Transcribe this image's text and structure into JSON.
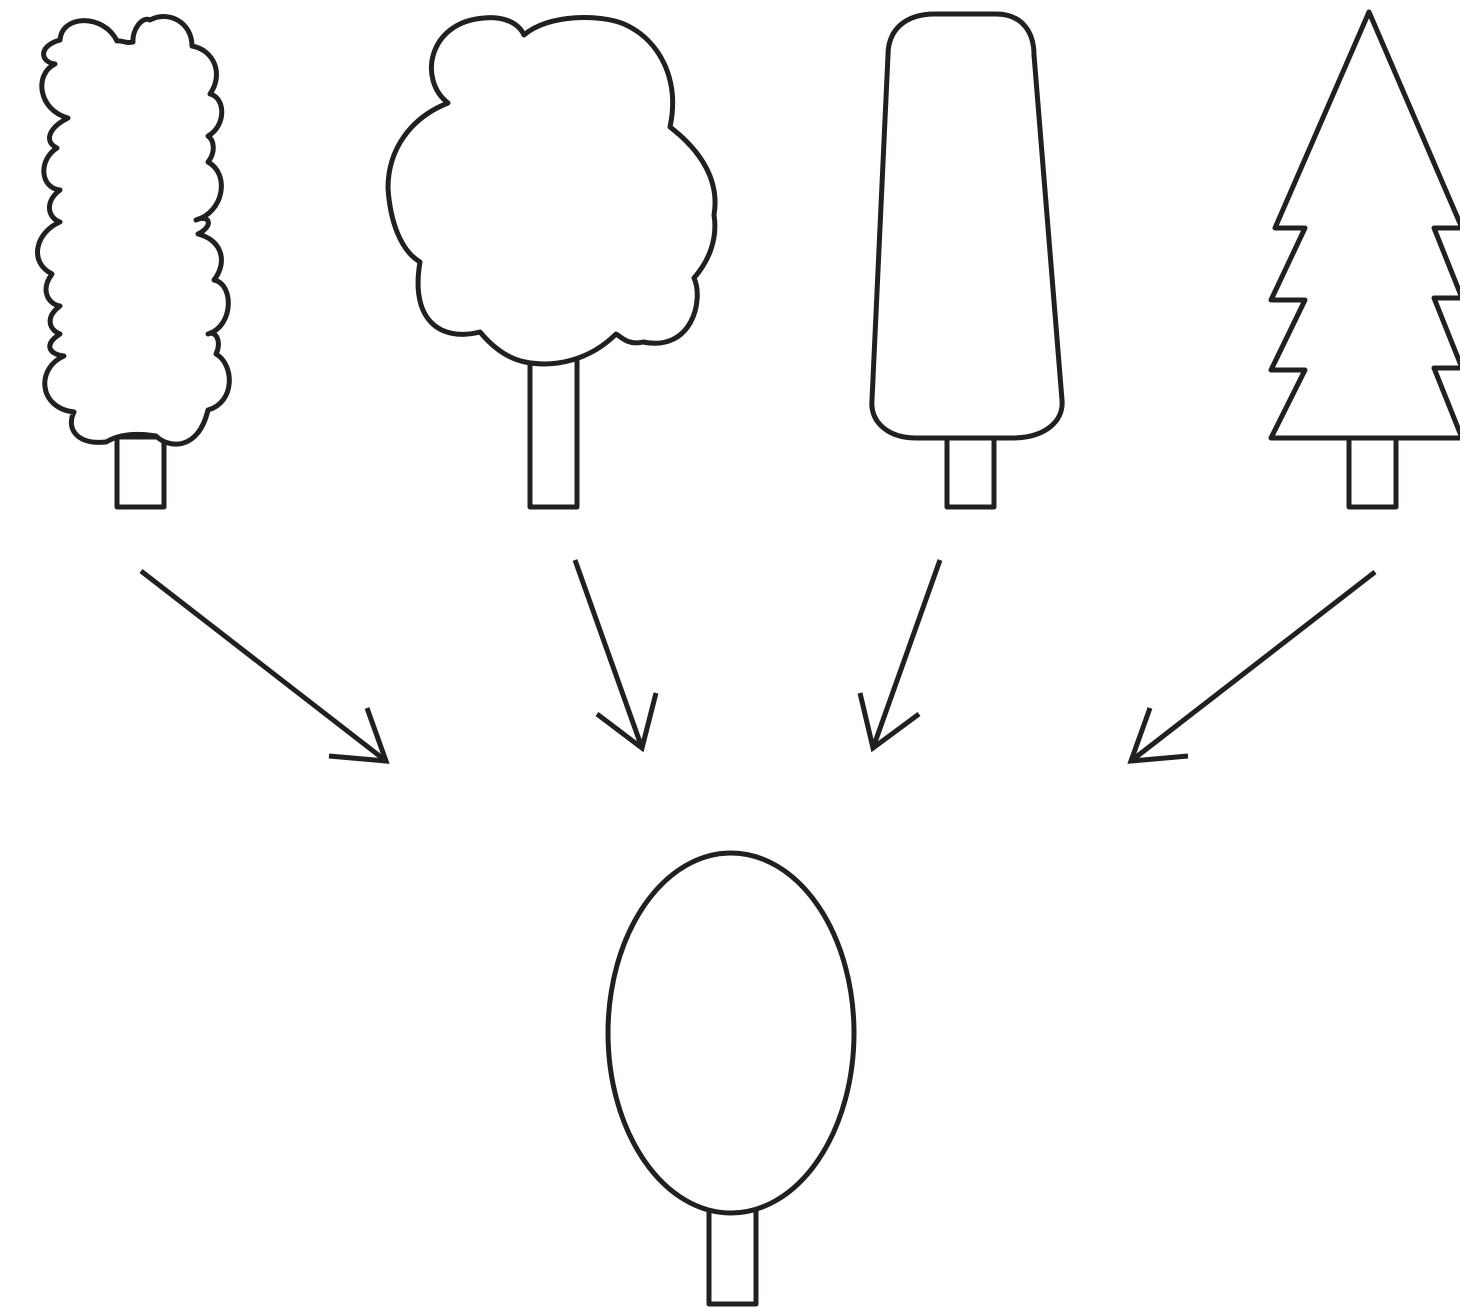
{
  "diagram": {
    "background_color": "#ffffff",
    "stroke_color": "#231f20",
    "source_trees": [
      {
        "name": "columnar-cloud-tree",
        "shape": "tall bumpy columnar crown"
      },
      {
        "name": "round-cloud-tree",
        "shape": "broad rounded cloud crown"
      },
      {
        "name": "rounded-column-tree",
        "shape": "tapered rounded-rectangle crown"
      },
      {
        "name": "conifer-tree",
        "shape": "triangular zigzag conifer crown"
      }
    ],
    "arrows": [
      {
        "from": "columnar-cloud-tree",
        "to": "oval-tree"
      },
      {
        "from": "round-cloud-tree",
        "to": "oval-tree"
      },
      {
        "from": "rounded-column-tree",
        "to": "oval-tree"
      },
      {
        "from": "conifer-tree",
        "to": "oval-tree"
      }
    ],
    "target_tree": {
      "name": "oval-tree",
      "shape": "simplified oval crown"
    }
  }
}
